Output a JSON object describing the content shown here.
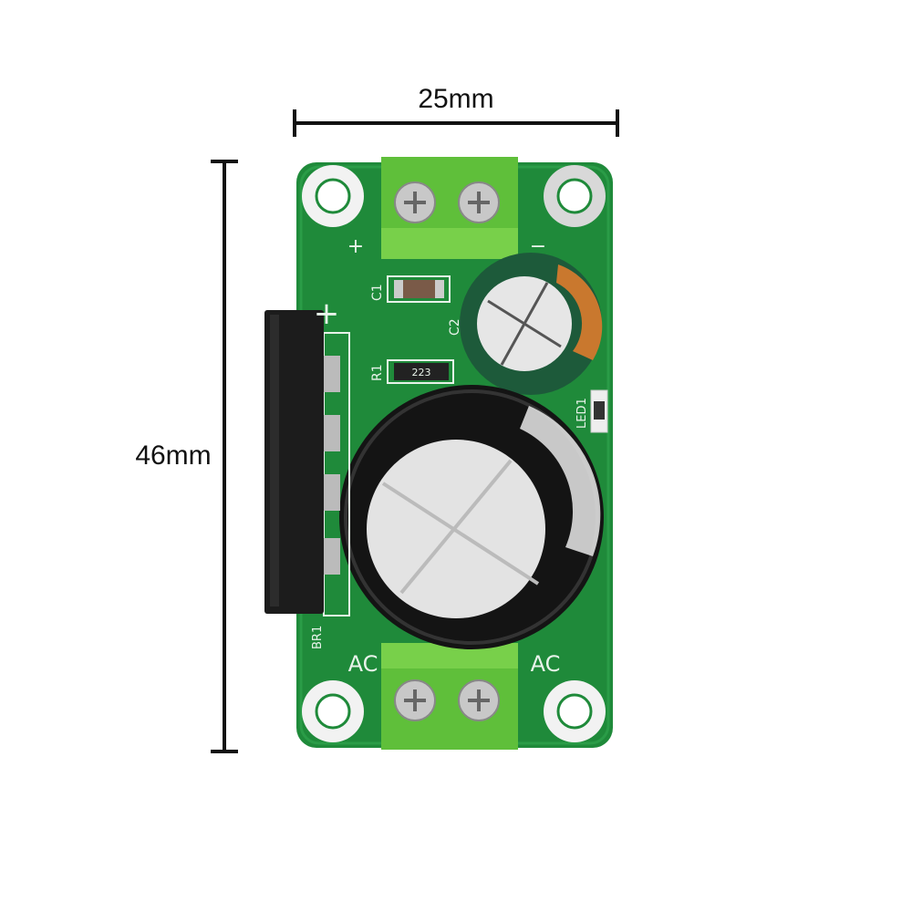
{
  "dimensions": {
    "width_label": "25mm",
    "height_label": "46mm"
  },
  "board": {
    "silkscreen": {
      "output_plus": "+",
      "output_minus": "−",
      "bridge_plus": "+",
      "c1": "C1",
      "c2": "C2",
      "r1": "R1",
      "r1_code": "223",
      "led": "LED1",
      "bridge": "BR1",
      "ac_left": "AC",
      "ac_right": "AC"
    },
    "colors": {
      "pcb": "#1f8a3a",
      "terminal": "#5fbf3a",
      "capacitor_large": "#141414",
      "capacitor_small": "#1d5a3a"
    }
  }
}
